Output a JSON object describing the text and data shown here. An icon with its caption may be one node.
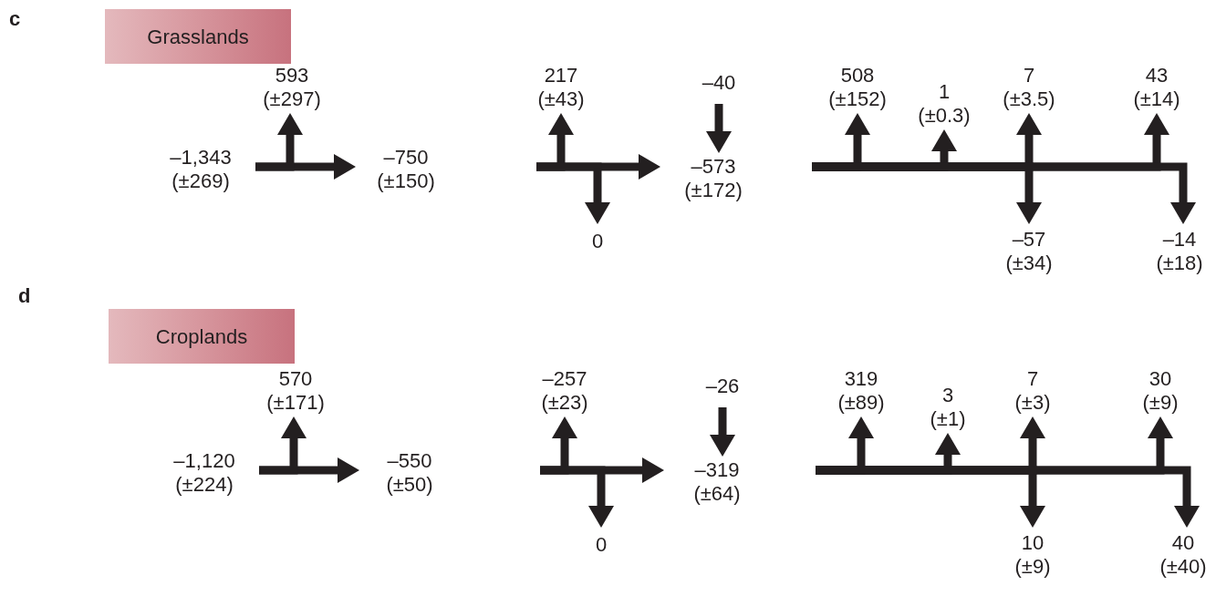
{
  "diagram": {
    "nodes": [
      {
        "text": [
          "Grasslands"
        ]
      },
      {
        "text": [
          "593 (±297)"
        ]
      },
      {
        "text": [
          "217 (±43)"
        ]
      },
      {
        "text": [
          "–40"
        ]
      },
      {
        "text": [
          "508 (±152)"
        ]
      },
      {
        "text": [
          "1 (±0.3)"
        ]
      },
      {
        "text": [
          "7 (±3.5)"
        ]
      },
      {
        "text": [
          "43 (±14)"
        ]
      },
      {
        "text": [
          "–1,343 (±269)"
        ]
      },
      {
        "text": [
          "–750 (±150)"
        ]
      },
      {
        "text": [
          "–573 (±172)"
        ]
      },
      {
        "text": [
          "0"
        ]
      },
      {
        "text": [
          "–57 (±34)"
        ]
      },
      {
        "text": [
          "–14 (±18)"
        ]
      },
      {
        "text": [
          "Croplands"
        ]
      },
      {
        "text": [
          "570 (±171)"
        ]
      },
      {
        "text": [
          "–257 (±23)"
        ]
      },
      {
        "text": [
          "–26"
        ]
      },
      {
        "text": [
          "319 (±89)"
        ]
      },
      {
        "text": [
          "3 (±1)"
        ]
      },
      {
        "text": [
          "7 (±3)"
        ]
      },
      {
        "text": [
          "30 (±9)"
        ]
      },
      {
        "text": [
          "–1,120 (±224)"
        ]
      },
      {
        "text": [
          "–550 (±50)"
        ]
      },
      {
        "text": [
          "–319 (±64)"
        ]
      },
      {
        "text": [
          "0"
        ]
      },
      {
        "text": [
          "10 (±9)"
        ]
      },
      {
        "text": [
          "40 (±40)"
        ]
      }
    ],
    "edges": [
      {
        "from": 8,
        "to": 9,
        "arrow": "to"
      },
      {
        "from": 8,
        "to": 1,
        "arrow": "to"
      },
      {
        "from": null,
        "to": 10,
        "arrow": "to"
      },
      {
        "from": null,
        "to": 2,
        "arrow": "to"
      },
      {
        "from": null,
        "to": 11,
        "arrow": "to"
      },
      {
        "from": 3,
        "to": 10,
        "arrow": "to"
      },
      {
        "from": null,
        "to": 4,
        "arrow": "to"
      },
      {
        "from": null,
        "to": 5,
        "arrow": "to"
      },
      {
        "from": null,
        "to": 6,
        "arrow": "to"
      },
      {
        "from": null,
        "to": 7,
        "arrow": "to"
      },
      {
        "from": null,
        "to": 12,
        "arrow": "to"
      },
      {
        "from": null,
        "to": 13,
        "arrow": "to"
      },
      {
        "from": 22,
        "to": 23,
        "arrow": "to"
      },
      {
        "from": 22,
        "to": 15,
        "arrow": "to"
      },
      {
        "from": null,
        "to": 24,
        "arrow": "to"
      },
      {
        "from": null,
        "to": 16,
        "arrow": "to"
      },
      {
        "from": null,
        "to": 25,
        "arrow": "to"
      },
      {
        "from": 17,
        "to": 24,
        "arrow": "to"
      },
      {
        "from": null,
        "to": 18,
        "arrow": "to"
      },
      {
        "from": null,
        "to": 19,
        "arrow": "to"
      },
      {
        "from": null,
        "to": 20,
        "arrow": "to"
      },
      {
        "from": null,
        "to": 21,
        "arrow": "to"
      },
      {
        "from": null,
        "to": 26,
        "arrow": "to"
      },
      {
        "from": null,
        "to": 27,
        "arrow": "to"
      }
    ],
    "labels": [
      "c",
      "d"
    ]
  }
}
